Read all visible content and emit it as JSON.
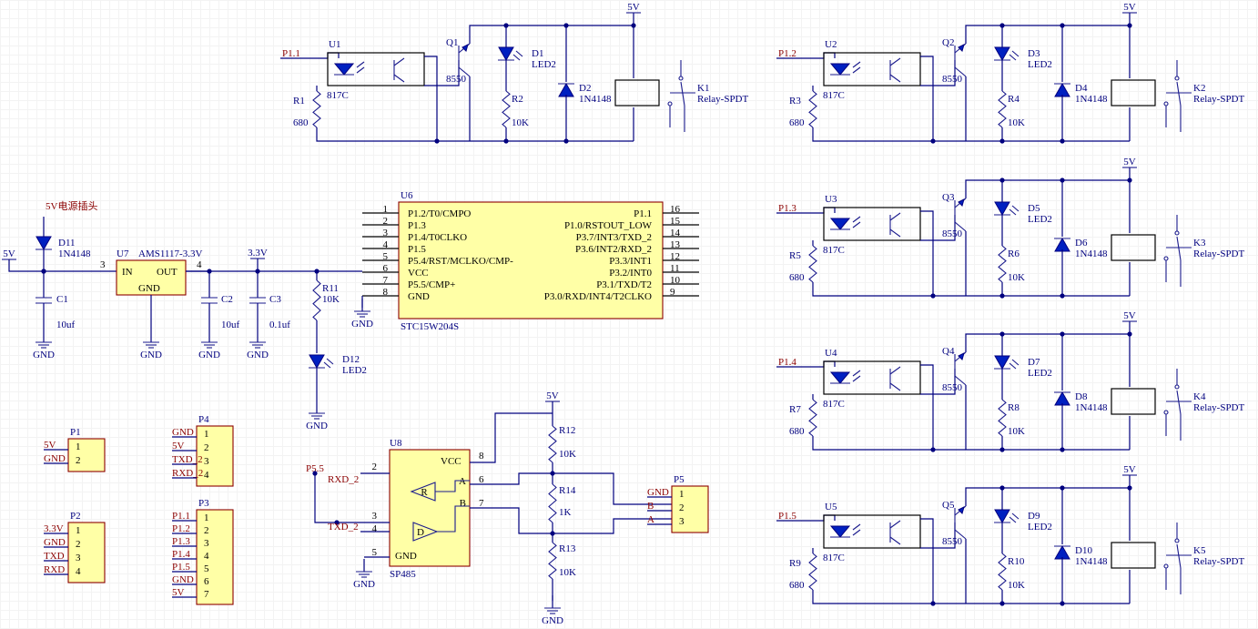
{
  "power": {
    "label": "5V",
    "gnd": "GND",
    "v33": "3.3V"
  },
  "channels": [
    {
      "net": "P1.1",
      "opto": "U1",
      "opto_part": "817C",
      "r_in": "R1",
      "r_in_val": "680",
      "q": "Q1",
      "q_part": "8550",
      "led": "D1",
      "led_part": "LED2",
      "r_led": "R2",
      "r_led_val": "10K",
      "diode": "D2",
      "diode_part": "1N4148",
      "relay": "K1",
      "relay_part": "Relay-SPDT"
    },
    {
      "net": "P1.2",
      "opto": "U2",
      "opto_part": "817C",
      "r_in": "R3",
      "r_in_val": "680",
      "q": "Q2",
      "q_part": "8550",
      "led": "D3",
      "led_part": "LED2",
      "r_led": "R4",
      "r_led_val": "10K",
      "diode": "D4",
      "diode_part": "1N4148",
      "relay": "K2",
      "relay_part": "Relay-SPDT"
    },
    {
      "net": "P1.3",
      "opto": "U3",
      "opto_part": "817C",
      "r_in": "R5",
      "r_in_val": "680",
      "q": "Q3",
      "q_part": "8550",
      "led": "D5",
      "led_part": "LED2",
      "r_led": "R6",
      "r_led_val": "10K",
      "diode": "D6",
      "diode_part": "1N4148",
      "relay": "K3",
      "relay_part": "Relay-SPDT"
    },
    {
      "net": "P1.4",
      "opto": "U4",
      "opto_part": "817C",
      "r_in": "R7",
      "r_in_val": "680",
      "q": "Q4",
      "q_part": "8550",
      "led": "D7",
      "led_part": "LED2",
      "r_led": "R8",
      "r_led_val": "10K",
      "diode": "D8",
      "diode_part": "1N4148",
      "relay": "K4",
      "relay_part": "Relay-SPDT"
    },
    {
      "net": "P1.5",
      "opto": "U5",
      "opto_part": "817C",
      "r_in": "R9",
      "r_in_val": "680",
      "q": "Q5",
      "q_part": "8550",
      "led": "D9",
      "led_part": "LED2",
      "r_led": "R10",
      "r_led_val": "10K",
      "diode": "D10",
      "diode_part": "1N4148",
      "relay": "K5",
      "relay_part": "Relay-SPDT"
    }
  ],
  "supply": {
    "input_label": "5V电源插头",
    "d11": "D11",
    "d11_part": "1N4148",
    "c1": "C1",
    "c1_val": "10uf",
    "reg": "U7",
    "reg_part": "AMS1117-3.3V",
    "reg_in": "IN",
    "reg_out": "OUT",
    "reg_gnd": "GND",
    "pin_in": "3",
    "pin_out": "4",
    "c2": "C2",
    "c2_val": "10uf",
    "c3": "C3",
    "c3_val": "0.1uf",
    "r11": "R11",
    "r11_val": "10K",
    "d12": "D12",
    "d12_part": "LED2"
  },
  "mcu": {
    "ref": "U6",
    "part": "STC15W204S",
    "left_pins": [
      {
        "num": "1",
        "name": "P1.2/T0/CMPO"
      },
      {
        "num": "2",
        "name": "P1.3"
      },
      {
        "num": "3",
        "name": "P1.4/T0CLKO"
      },
      {
        "num": "4",
        "name": "P1.5"
      },
      {
        "num": "5",
        "name": "P5.4/RST/MCLKO/CMP-"
      },
      {
        "num": "6",
        "name": "VCC"
      },
      {
        "num": "7",
        "name": "P5.5/CMP+"
      },
      {
        "num": "8",
        "name": "GND"
      }
    ],
    "right_pins": [
      {
        "num": "16",
        "name": "P1.1"
      },
      {
        "num": "15",
        "name": "P1.0/RSTOUT_LOW"
      },
      {
        "num": "14",
        "name": "P3.7/INT3/TXD_2"
      },
      {
        "num": "13",
        "name": "P3.6/INT2/RXD_2"
      },
      {
        "num": "12",
        "name": "P3.3/INT1"
      },
      {
        "num": "11",
        "name": "P3.2/INT0"
      },
      {
        "num": "10",
        "name": "P3.1/TXD/T2"
      },
      {
        "num": "9",
        "name": "P3.0/RXD/INT4/T2CLKO"
      }
    ]
  },
  "rs485": {
    "ref": "U8",
    "part": "SP485",
    "vcc": "VCC",
    "gnd": "GND",
    "pin2": "2",
    "pin3": "3",
    "pin4": "4",
    "pin5": "5",
    "pin6": "6",
    "pin7": "7",
    "pin8": "8",
    "ra": "A",
    "rb": "B",
    "rr": "R",
    "rd": "D",
    "net_p55": "P5.5",
    "net_rxd": "RXD_2",
    "net_txd": "TXD_2",
    "r12": "R12",
    "r12_val": "10K",
    "r14": "R14",
    "r14_val": "1K",
    "r13": "R13",
    "r13_val": "10K"
  },
  "connectors": [
    {
      "ref": "P1",
      "pins": [
        "1",
        "2"
      ],
      "nets": [
        "5V",
        "GND"
      ]
    },
    {
      "ref": "P2",
      "pins": [
        "1",
        "2",
        "3",
        "4"
      ],
      "nets": [
        "3.3V",
        "GND",
        "TXD",
        "RXD"
      ]
    },
    {
      "ref": "P4",
      "pins": [
        "1",
        "2",
        "3",
        "4"
      ],
      "nets": [
        "GND",
        "5V",
        "TXD_2",
        "RXD_2"
      ]
    },
    {
      "ref": "P3",
      "pins": [
        "1",
        "2",
        "3",
        "4",
        "5",
        "6",
        "7"
      ],
      "nets": [
        "P1.1",
        "P1.2",
        "P1.3",
        "P1.4",
        "P1.5",
        "GND",
        "5V"
      ]
    },
    {
      "ref": "P5",
      "pins": [
        "1",
        "2",
        "3"
      ],
      "nets": [
        "GND",
        "B",
        "A"
      ]
    }
  ],
  "colors": {
    "wire": "#00007f",
    "body": "#ffffa6",
    "body_border": "#8b0000",
    "ref_text": "#00007f",
    "net_text": "#8b0000",
    "pin": "#000000"
  }
}
